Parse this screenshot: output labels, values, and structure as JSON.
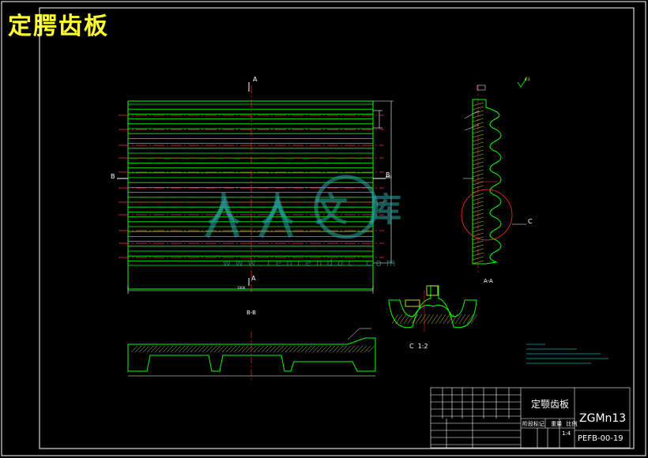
{
  "title": "定腭齿板",
  "views": {
    "section_a_label": "A",
    "section_b_label": "B",
    "view_aa_label": "A-A",
    "view_bb_label": "B-B",
    "detail_label": "C",
    "detail_scale": "C  1:2"
  },
  "watermark": {
    "text": "人人文库",
    "url": "www.renrendoc.com"
  },
  "title_block": {
    "drawing_title": "定颚齿板",
    "material": "ZGMn13",
    "drawing_number": "PEFB-00-19",
    "scale": "1:4",
    "header_labels": [
      "阶段标记",
      "重量",
      "比例"
    ]
  },
  "colors": {
    "green": "#00ff00",
    "yellow": "#ffff00",
    "red": "#ff0000",
    "white": "#ffffff",
    "cyan": "#00ffff",
    "watermark": "#2ba6a6"
  }
}
